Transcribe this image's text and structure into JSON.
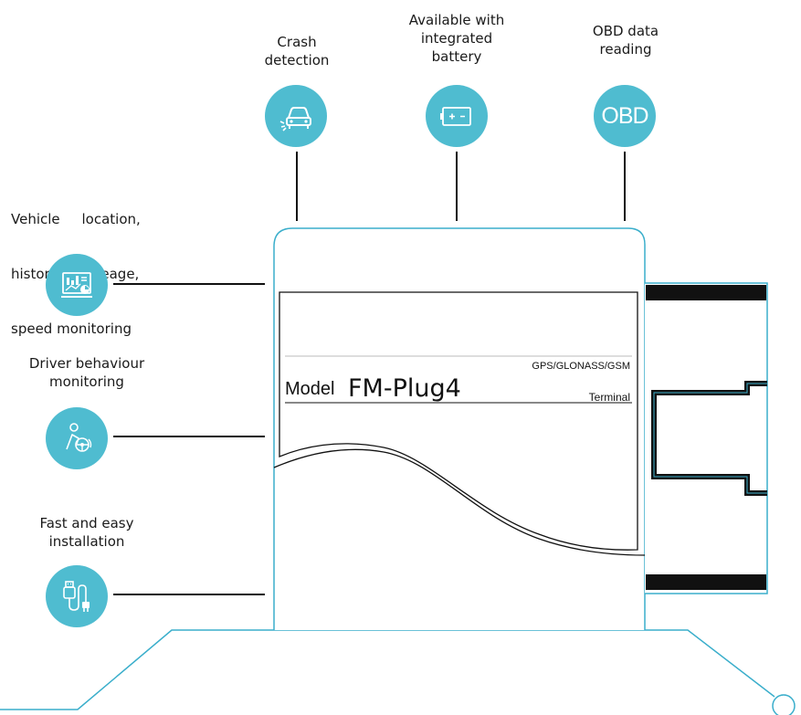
{
  "colors": {
    "accent": "#4fbcd0",
    "outline": "#3aaecb",
    "ink": "#111111"
  },
  "features_top": [
    {
      "id": "crash",
      "label_lines": [
        "Crash",
        "detection"
      ],
      "icon": "car-crash-icon"
    },
    {
      "id": "battery",
      "label_lines": [
        "Available with",
        "integrated",
        "battery"
      ],
      "icon": "battery-icon"
    },
    {
      "id": "obd",
      "label_lines": [
        "OBD data",
        "reading"
      ],
      "icon": "obd-icon",
      "icon_text": "OBD"
    }
  ],
  "features_left": [
    {
      "id": "location",
      "label_lines": [
        "Vehicle     location,",
        "history,    mileage,",
        "speed monitoring"
      ],
      "icon": "monitoring-dashboard-icon"
    },
    {
      "id": "driver",
      "label_lines": [
        "Driver behaviour",
        "monitoring"
      ],
      "icon": "driver-steering-icon"
    },
    {
      "id": "install",
      "label_lines": [
        "Fast and easy",
        "installation"
      ],
      "icon": "usb-plug-icon"
    }
  ],
  "device": {
    "label_prefix": "Model",
    "model_name": "FM-Plug4",
    "network": "GPS/GLONASS/GSM",
    "type": "Terminal"
  }
}
